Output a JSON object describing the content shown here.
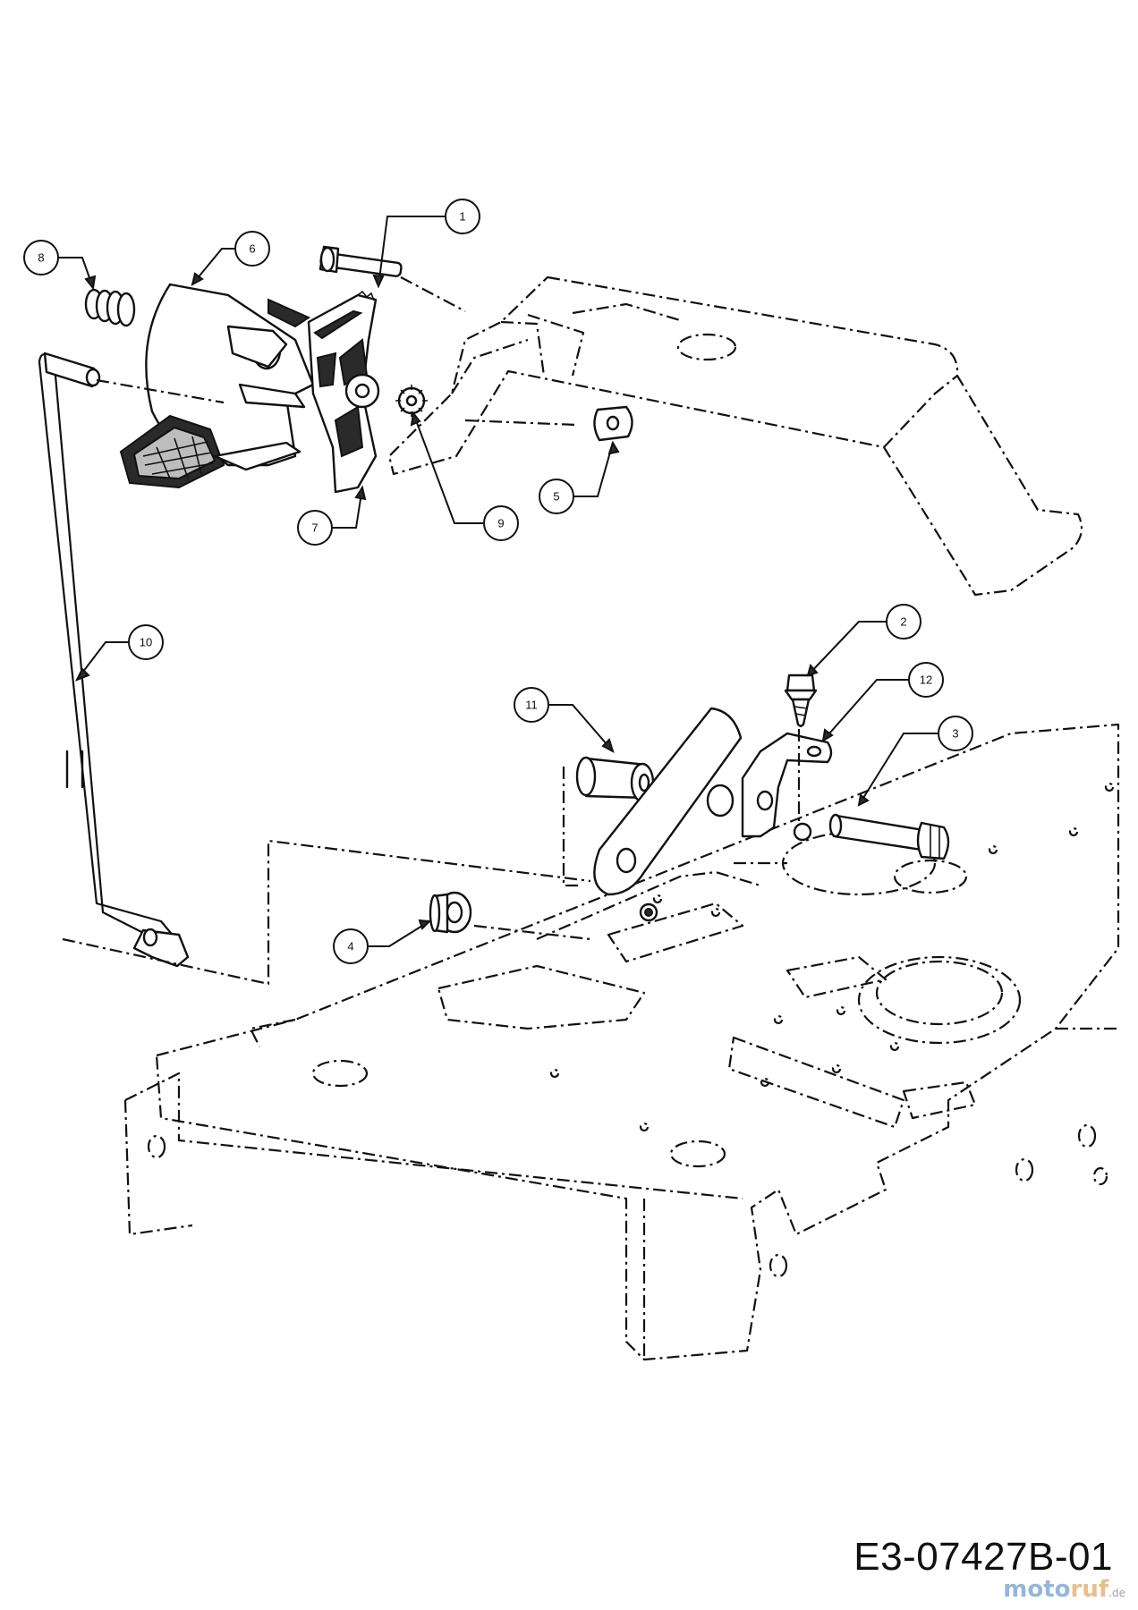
{
  "callouts": [
    {
      "id": "1",
      "label": "1"
    },
    {
      "id": "2",
      "label": "2"
    },
    {
      "id": "3",
      "label": "3"
    },
    {
      "id": "4",
      "label": "4"
    },
    {
      "id": "5",
      "label": "5"
    },
    {
      "id": "6",
      "label": "6"
    },
    {
      "id": "7",
      "label": "7"
    },
    {
      "id": "8",
      "label": "8"
    },
    {
      "id": "9",
      "label": "9"
    },
    {
      "id": "10",
      "label": "10"
    },
    {
      "id": "11",
      "label": "11"
    },
    {
      "id": "12",
      "label": "12"
    }
  ],
  "drawing_code": "E3-07427B-01",
  "watermark": {
    "text": "motoruf.de",
    "colors": [
      "#3d7bbf",
      "#d8892b"
    ]
  }
}
